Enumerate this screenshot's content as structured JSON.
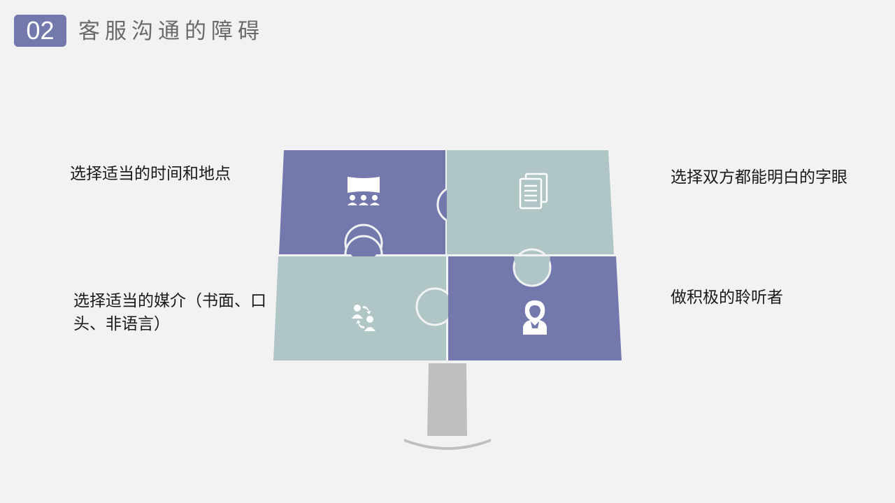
{
  "header": {
    "section_number": "02",
    "title": "客服沟通的障碍"
  },
  "labels": {
    "top_left": "选择适当的时间和地点",
    "bottom_left": "选择适当的媒介（书面、口头、非语言）",
    "top_right": "选择双方都能明白的字眼",
    "bottom_right": "做积极的聆听者"
  },
  "colors": {
    "purple": "#7378ad",
    "sage": "#afc5c6",
    "background": "#f2f2f2",
    "stand": "#bfbfbf",
    "badge_text": "#ffffff"
  },
  "icons": {
    "top_left": "presentation-audience-icon",
    "top_right": "documents-icon",
    "bottom_left": "people-exchange-icon",
    "bottom_right": "woman-avatar-icon"
  }
}
